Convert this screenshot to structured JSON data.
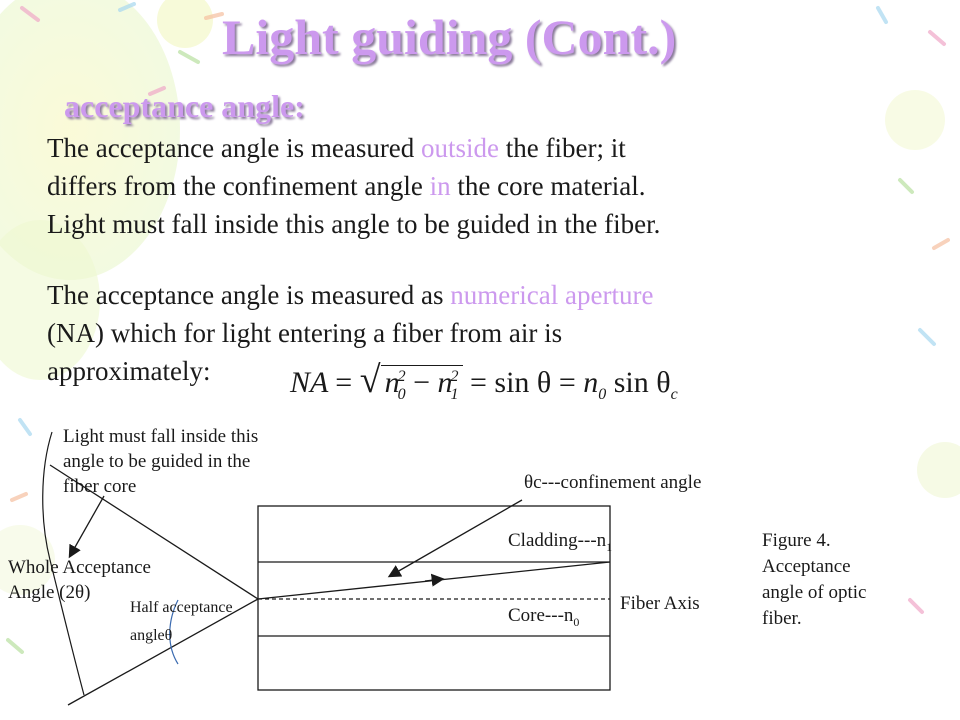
{
  "slide": {
    "title": "Light guiding (Cont.)",
    "subtitle": "acceptance angle:",
    "paragraph1": {
      "t1": "The acceptance angle is measured ",
      "hl1": "outside",
      "t2": " the fiber; it",
      "t3": "differs from the confinement angle ",
      "hl2": "in",
      "t4": " the core material.",
      "t5": "Light must fall inside this angle to be guided in the fiber."
    },
    "paragraph2": {
      "t1": "The acceptance angle is measured as ",
      "hl1": "numerical aperture",
      "t2": "(NA) which for light entering a fiber from air is",
      "t3": "approximately:"
    },
    "formula": {
      "lhs": "NA",
      "n0": "n",
      "sub0": "0",
      "sup2": "2",
      "n1": "n",
      "sub1": "1",
      "sin_theta": "sin θ",
      "n0b": "n",
      "sub0b": "0",
      "sin_theta_c": "sin θ",
      "sub_c": "c"
    }
  },
  "figure": {
    "note_line1": "Light must fall inside this",
    "note_line2": "angle to be guided in the",
    "note_line3": "fiber core",
    "confinement_label": "θc---confinement angle",
    "cladding_label": "Cladding---n",
    "cladding_sub": "1",
    "core_label": "Core---n",
    "core_sub": "0",
    "axis_label": "Fiber Axis",
    "whole_line1": "Whole Acceptance",
    "whole_line2": "Angle (2θ)",
    "half_line1": "Half acceptance",
    "half_line2": "angleθ",
    "caption_line1": "Figure 4.",
    "caption_line2": "Acceptance",
    "caption_line3": "angle of optic",
    "caption_line4": "fiber."
  }
}
